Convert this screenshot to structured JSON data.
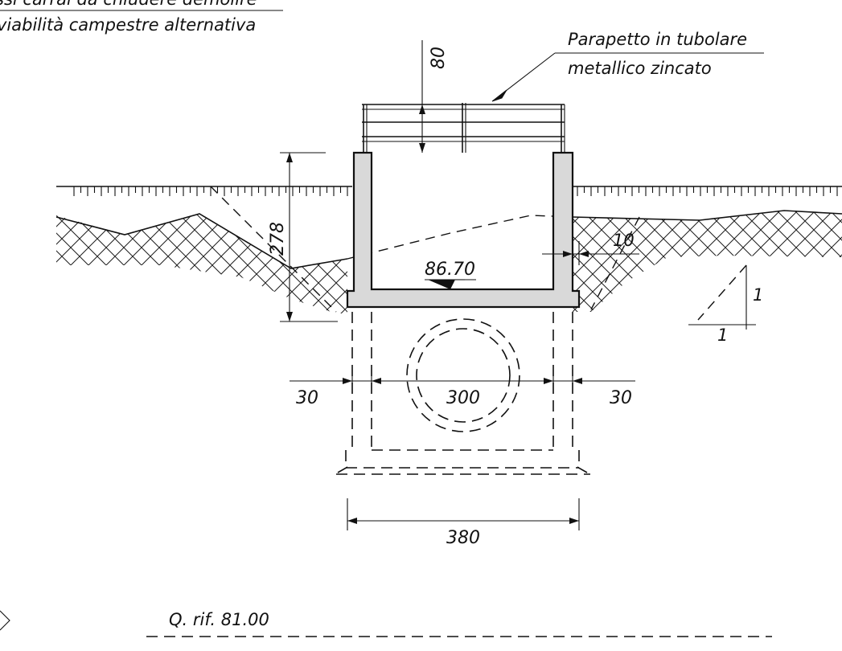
{
  "header_note": {
    "line1": "ssi carrai da chiudere demolire",
    "line2": "viabilità campestre alternativa"
  },
  "parapet_label": {
    "line1": "Parapetto in tubolare",
    "line2": "metallico zincato"
  },
  "dimensions": {
    "parapet_height": "80",
    "box_height": "278",
    "wall_offset": "10",
    "invert_elevation": "86.70",
    "left_wall": "30",
    "inner_width": "300",
    "right_wall": "30",
    "base_width": "380"
  },
  "slope_indicator": {
    "vertical": "1",
    "horizontal": "1"
  },
  "reference_level": "Q. rif. 81.00",
  "colors": {
    "ink": "#111111",
    "concrete": "#d9d9d9",
    "background": "#ffffff"
  }
}
